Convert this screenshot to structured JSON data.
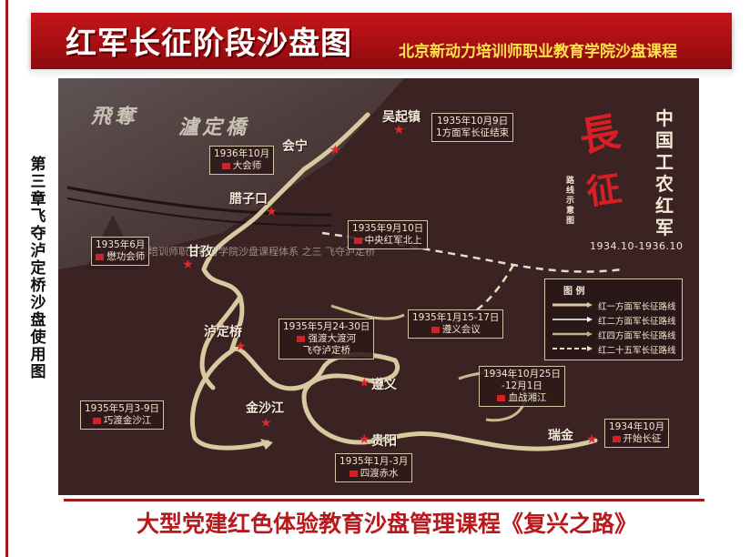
{
  "header": {
    "title": "红军长征阶段沙盘图",
    "subtitle": "北京新动力培训师职业教育学院沙盘课程"
  },
  "sidebar": {
    "chapter": "第三章 飞夺泸定桥沙盘使用图"
  },
  "map": {
    "brush_title_left": "飛奪",
    "brush_title_right": "瀘定橋",
    "poster_title": "中国工农红军",
    "poster_chang": "長",
    "poster_zheng": "征",
    "poster_route_note": "路线示意图",
    "poster_dates": "1934.10-1936.10",
    "watermark": "北京新动力培训师职业教育学院沙盘课程体系 之三 飞夺泸定桥",
    "places": {
      "wuqizhen": "吴起镇",
      "huining": "会宁",
      "lazikou": "腊子口",
      "ganzi": "甘孜",
      "ludingqiao": "泸定桥",
      "zunyi": "遵义",
      "jinshajiang": "金沙江",
      "guiyang": "贵阳",
      "ruijin": "瑞金"
    },
    "events": {
      "e1": {
        "date": "1935年10月9日",
        "text": "1方面军长征结束"
      },
      "e2": {
        "date": "1936年10月",
        "text": "大会师"
      },
      "e3": {
        "date": "1935年9月10日",
        "text": "中央红军北上"
      },
      "e4": {
        "date": "1935年6月",
        "text": "懋功会师"
      },
      "e5": {
        "date": "1935年5月24-30日",
        "text": "强渡大渡河",
        "text2": "飞夺泸定桥"
      },
      "e6": {
        "date": "1935年1月15-17日",
        "text": "遵义会议"
      },
      "e7": {
        "date": "1934年10月25日",
        "text": "-12月1日",
        "text2": "血战湘江"
      },
      "e8": {
        "date": "1935年5月3-9日",
        "text": "巧渡金沙江"
      },
      "e9": {
        "date": "1934年10月",
        "text": "开始长征"
      },
      "e10": {
        "date": "1935年1月-3月",
        "text": "四渡赤水"
      }
    },
    "legend": {
      "title": "图 例",
      "items": [
        "红一方面军长征路线",
        "红二方面军长征路线",
        "红四方面军长征路线",
        "红二十五军长征路线"
      ]
    },
    "colors": {
      "route": "#d9c9a1",
      "star": "#e3262c",
      "background": "#3b2323"
    }
  },
  "footer": {
    "title": "大型党建红色体验教育沙盘管理课程《复兴之路》"
  }
}
